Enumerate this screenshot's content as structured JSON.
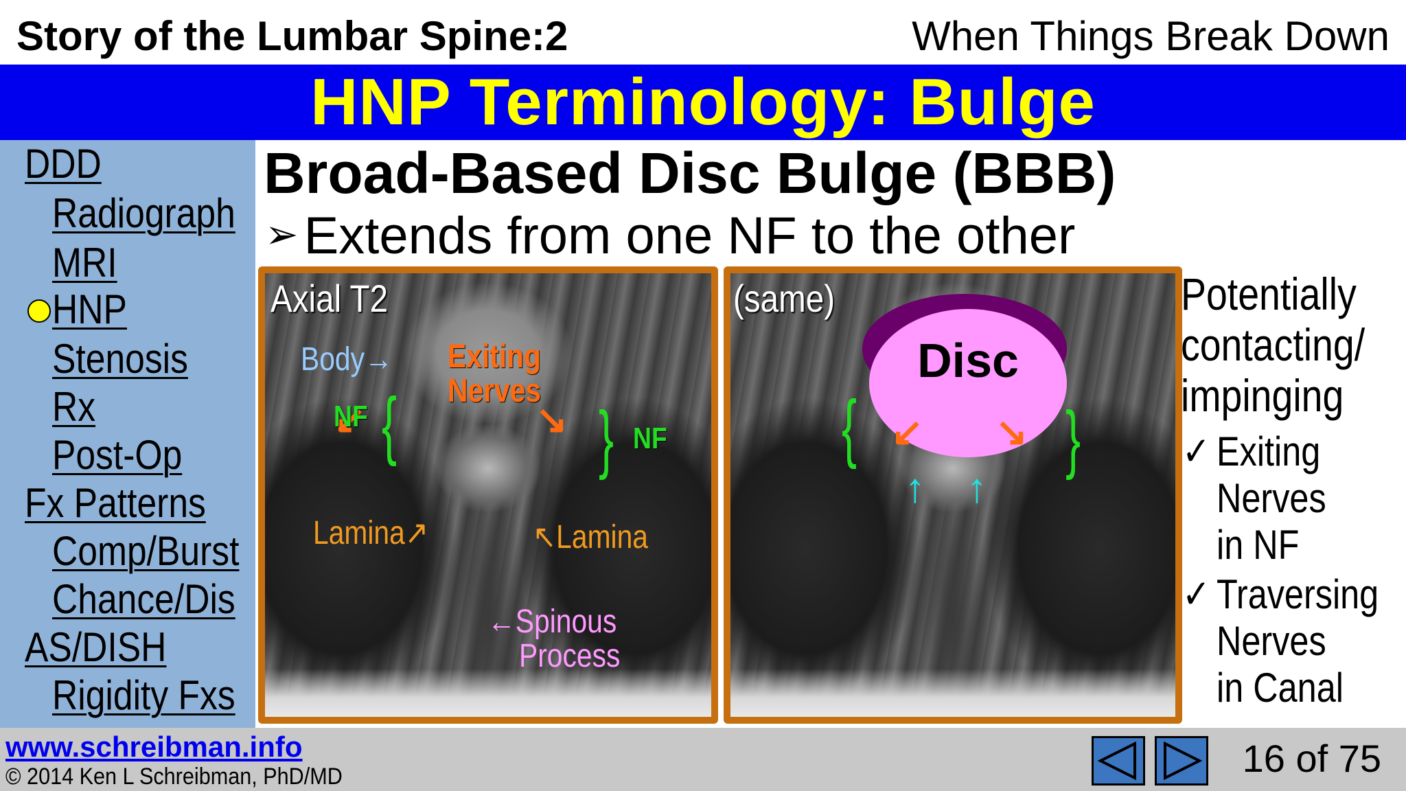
{
  "header": {
    "left_title": "Story of the Lumbar Spine:2",
    "right_title": "When Things Break Down"
  },
  "banner": {
    "title": "HNP Terminology: Bulge"
  },
  "colors": {
    "banner_bg": "#0000ee",
    "banner_text": "#ffff00",
    "sidebar_bg": "#8fb2d8",
    "panel_border": "#c56f10",
    "disc_fill": "#ff99ff",
    "disc_rim": "#6a006a",
    "nf_label": "#22dd22",
    "nerve_arrow": "#ff6a10",
    "canal_arrow": "#22e0e0",
    "lamina_label": "#f09a20",
    "spinous_label": "#ff99ff",
    "body_label": "#99ccff"
  },
  "sidebar": {
    "items": [
      {
        "label": "DDD",
        "level": 0
      },
      {
        "label": "Radiograph",
        "level": 1
      },
      {
        "label": "MRI",
        "level": 1
      },
      {
        "label": "HNP",
        "level": 1,
        "current": true
      },
      {
        "label": "Stenosis",
        "level": 1
      },
      {
        "label": "Rx",
        "level": 1
      },
      {
        "label": "Post-Op",
        "level": 1
      },
      {
        "label": "Fx Patterns",
        "level": 0
      },
      {
        "label": "Comp/Burst",
        "level": 1
      },
      {
        "label": "Chance/Dis",
        "level": 1
      },
      {
        "label": "AS/DISH",
        "level": 0
      },
      {
        "label": "Rigidity Fxs",
        "level": 1
      }
    ]
  },
  "main": {
    "heading": "Broad-Based Disc Bulge (BBB)",
    "bullet_marker": "➢",
    "bullet": "Extends from one NF to the other"
  },
  "image_left": {
    "title": "Axial T2",
    "body": "Body→",
    "exiting_1": "Exiting",
    "exiting_2": "Nerves",
    "nf_left": "NF",
    "nf_right": "NF",
    "lamina_left": "Lamina↗",
    "lamina_right": "↖Lamina",
    "spinous_1": "←Spinous",
    "spinous_2": "Process",
    "arrow_down_left": "↙",
    "arrow_down_right": "↘"
  },
  "image_right": {
    "title": "(same)",
    "disc_label": "Disc",
    "arrow_down_left": "↙",
    "arrow_down_right": "↘",
    "arrow_up": "↑"
  },
  "right_column": {
    "line1": "Potentially",
    "line2": "contacting/",
    "line3": "impinging",
    "check": "✓",
    "item1_1": "Exiting",
    "item1_2": "Nerves",
    "item1_3": "in NF",
    "item2_1": "Traversing",
    "item2_2": "Nerves",
    "item2_3": "in Canal"
  },
  "footer": {
    "website": "www.schreibman.info",
    "copyright": "© 2014 Ken L Schreibman, PhD/MD",
    "prev_icon": "back-triangle-icon",
    "next_icon": "forward-triangle-icon",
    "page_counter": "16 of 75"
  }
}
